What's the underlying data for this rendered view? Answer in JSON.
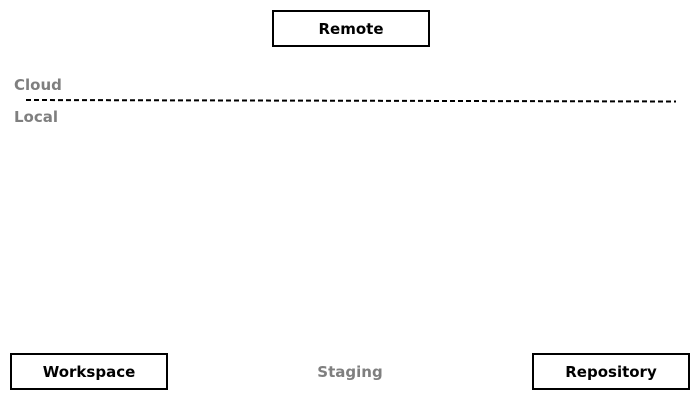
{
  "nodes": {
    "remote": "Remote",
    "workspace": "Workspace",
    "repository": "Repository"
  },
  "zones": {
    "cloud": "Cloud",
    "local": "Local"
  },
  "staging_label": "Staging",
  "colors": {
    "stroke": "#000000",
    "muted_text": "#7f7f7f",
    "background": "#ffffff"
  }
}
